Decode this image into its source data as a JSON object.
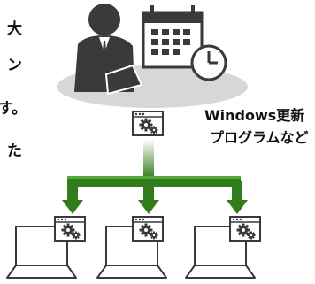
{
  "text_fragments": [
    "大",
    "ン",
    "す。",
    "た"
  ],
  "update_label": {
    "line1": "Windows更新",
    "line2": "プログラムなど"
  },
  "colors": {
    "arrow_green": "#2f7d1b",
    "arrow_highlight": "#56a83a",
    "figure_gray": "#3a3a3a",
    "shadow_gray": "#d7d7d7",
    "window_border": "#3a3a3a"
  },
  "icons": [
    "person-with-laptop-icon",
    "calendar-clock-icon",
    "settings-window-icon",
    "laptop-icon"
  ]
}
